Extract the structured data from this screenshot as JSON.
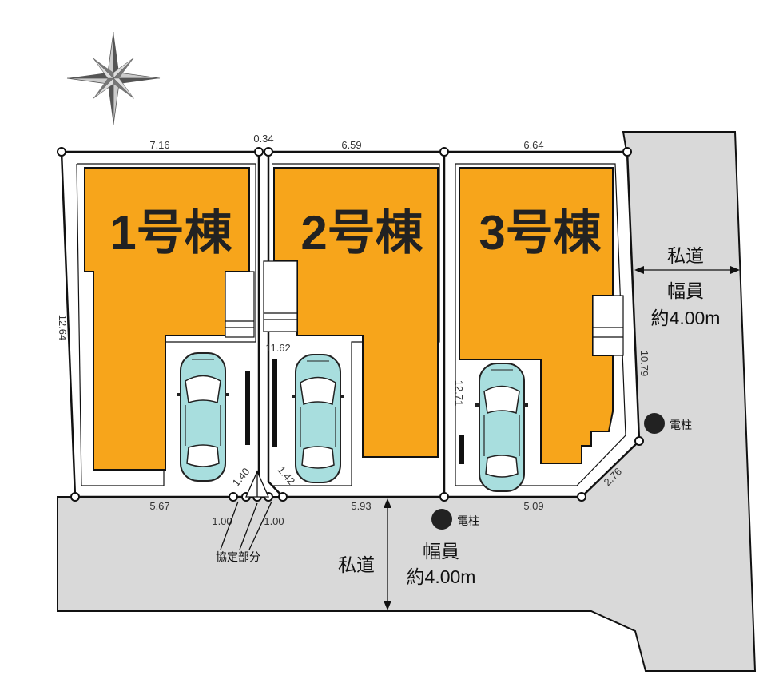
{
  "compass": {
    "icon": "compass-rose-icon"
  },
  "lots": [
    {
      "label": "1号棟",
      "frontage_top": "7.16",
      "depth": "12.64",
      "frontage_bottom": "5.67"
    },
    {
      "label": "2号棟",
      "frontage_top": "6.59",
      "frontage_bottom": "5.93"
    },
    {
      "label": "3号棟",
      "frontage_top": "6.64",
      "depth": "12.71",
      "frontage_bottom": "5.09"
    }
  ],
  "dimensions": {
    "gap_top": "0.34",
    "passage_depth": "11.62",
    "corner_a": "1.40",
    "corner_b": "1.42",
    "corner_c": "1.00",
    "corner_d": "1.00",
    "right_side": "10.79",
    "chamfer": "2.76"
  },
  "agreement_area": "協定部分",
  "roads": {
    "south": {
      "name": "私道",
      "width_title": "幅員",
      "width_value": "約4.00m"
    },
    "east": {
      "name": "私道",
      "width_title": "幅員",
      "width_value": "約4.00m"
    }
  },
  "poles": [
    {
      "label": "電柱"
    },
    {
      "label": "電柱"
    }
  ],
  "colors": {
    "building": "#f7a51b",
    "road": "#d9d9d9",
    "car": "#a8dede",
    "line": "#111111"
  }
}
